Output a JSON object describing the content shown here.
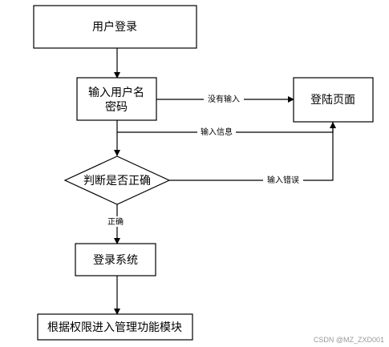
{
  "nodes": {
    "user_login": "用户登录",
    "input_line1": "输入用户名",
    "input_line2": "密码",
    "login_page": "登陆页面",
    "check": "判断是否正确",
    "login_system": "登录系统",
    "module": "根据权限进入管理功能模块"
  },
  "edges": {
    "no_input": "没有输入",
    "input_info": "输入信息",
    "input_error": "输入错误",
    "correct": "正确"
  },
  "watermark": "CSDN @MZ_ZXD001"
}
